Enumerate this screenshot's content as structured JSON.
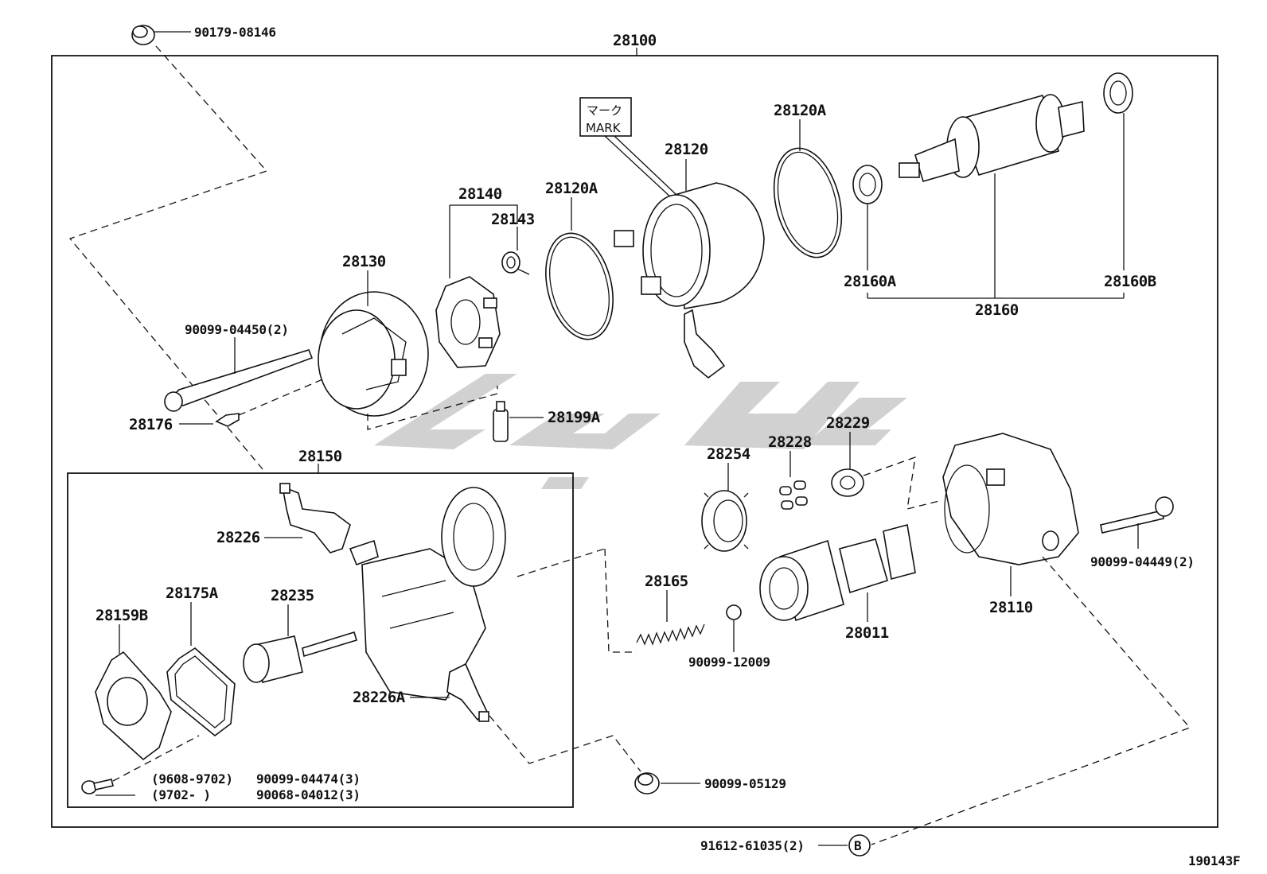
{
  "diagram_id": "190143F",
  "assembly_label": "28100",
  "mark_box": {
    "jp": "マーク",
    "en": "MARK"
  },
  "circle_callout": "B",
  "parts": {
    "p90179": "90179-08146",
    "p28140": "28140",
    "p28143": "28143",
    "p28120A_left": "28120A",
    "p28120": "28120",
    "p28120A_right": "28120A",
    "p28130": "28130",
    "p90099_04450": "90099-04450(2)",
    "p28176": "28176",
    "p28199A": "28199A",
    "p28160A": "28160A",
    "p28160B": "28160B",
    "p28160": "28160",
    "p28150": "28150",
    "p28226": "28226",
    "p28175A": "28175A",
    "p28159B": "28159B",
    "p28235": "28235",
    "p28226A": "28226A",
    "p28254": "28254",
    "p28228": "28228",
    "p28229": "28229",
    "p28165": "28165",
    "p90099_12009": "90099-12009",
    "p28011": "28011",
    "p28110": "28110",
    "p90099_04449": "90099-04449(2)",
    "p90099_05129": "90099-05129",
    "p91612": "91612-61035(2)"
  },
  "date_ranges": {
    "range1": "(9608-9702)",
    "range2": "(9702-     )",
    "part1": "90099-04474(3)",
    "part2": "90068-04012(3)"
  }
}
